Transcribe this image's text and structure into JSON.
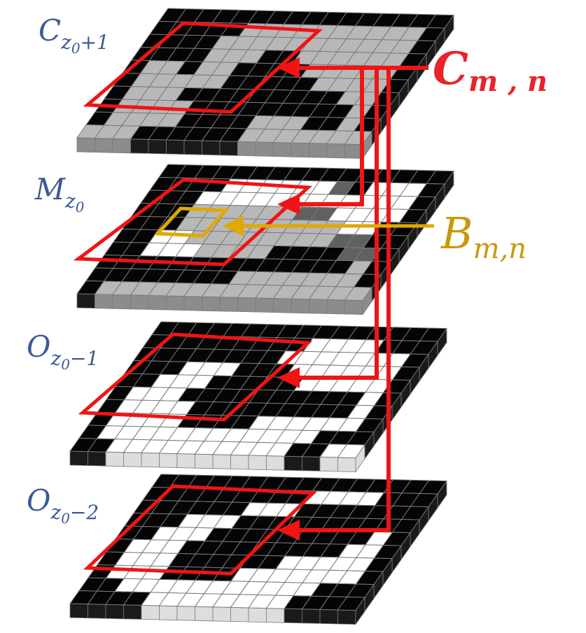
{
  "layers": [
    {
      "id": "c-z0-plus-1",
      "label": {
        "main": "C",
        "sub": "z",
        "subsub": "0",
        "suffix": "+1"
      },
      "grid": [
        "BBBBBBBBBBBBBBBB",
        "BBBBBGGGGGGGGGGB",
        "BBBBGGGGGGGGGGGB",
        "BBBBGGGBBGGGGGGB",
        "BGGBGGBBBBGGGGGB",
        "BGGGGGBBBBBGGGGB",
        "BGGGBBBBBBBBBGGB",
        "BGGGGBBBBBBBBBGB",
        "BGGGGBBBBGGGBBGB",
        "GGGBBBBBBGGGGGGG"
      ]
    },
    {
      "id": "m-z0",
      "label": {
        "main": "M",
        "sub": "z",
        "subsub": "0",
        "suffix": ""
      },
      "grid": [
        "BBBBBBBBBBBBBBBB",
        "BBBBWWWWWWDBWWWB",
        "BBBWWWWWWWWWWWWB",
        "BBBGGGGGGDDWWWWB",
        "BBBGGGGGGGGGWWBB",
        "BBWWGGGGGGGGDDBB",
        "BBWWWGGGGBBBBDDB",
        "BBBBBBBBBBBBBBGB",
        "BBBBBBBBGGGGGGGB",
        "BGGGGGGGGGGGGGGG"
      ]
    },
    {
      "id": "o-z0-minus-1",
      "label": {
        "main": "O",
        "sub": "z",
        "subsub": "0",
        "suffix": "−1"
      },
      "grid": [
        "BBBBBBBBBBBBBBBB",
        "BBBBBBBBBWWWWBBB",
        "BBBBBBBBWWWWWWWB",
        "BBBWWWBBBWWWWWWB",
        "BBWWWBBBBBWWWWWB",
        "BWWWBBBBBBBBBBWB",
        "BWWWWBBBBBBBBBWB",
        "BWWWWBBBBWWWWWWB",
        "BWWWWWWWWWWWWBBB",
        "BBWWWWWWWWWWBBWW"
      ]
    },
    {
      "id": "o-z0-minus-2",
      "label": {
        "main": "O",
        "sub": "z",
        "subsub": "0",
        "suffix": "−2"
      },
      "grid": [
        "BBBBBBBBBBBBBBBB",
        "BBBBBBBBBWWWWBBB",
        "BBBBBBWWWBBBBBBB",
        "BBBWWWBBBBBBBBBB",
        "BBWWWBBBBBBBBBWB",
        "BWWWBBBBBBBBBWWB",
        "BWWWBBBBBBWWWWWB",
        "BWWWBBBBWWWWWWWB",
        "BBWWWWWWWWWWWBBB",
        "BBBBWWWWWWWWBBBB"
      ]
    }
  ],
  "callouts": {
    "c": {
      "main": "C",
      "sub": "m , n",
      "color": "#e8232a"
    },
    "b": {
      "main": "B",
      "sub": "m,n",
      "color": "#c8990b"
    }
  },
  "colors": {
    "black": "#050505",
    "gray": "#b8b8b8",
    "dark_gray": "#606060",
    "white": "#ffffff",
    "grid_line": "#7a7a7a",
    "red": "#f01414",
    "gold": "#e0a800"
  }
}
